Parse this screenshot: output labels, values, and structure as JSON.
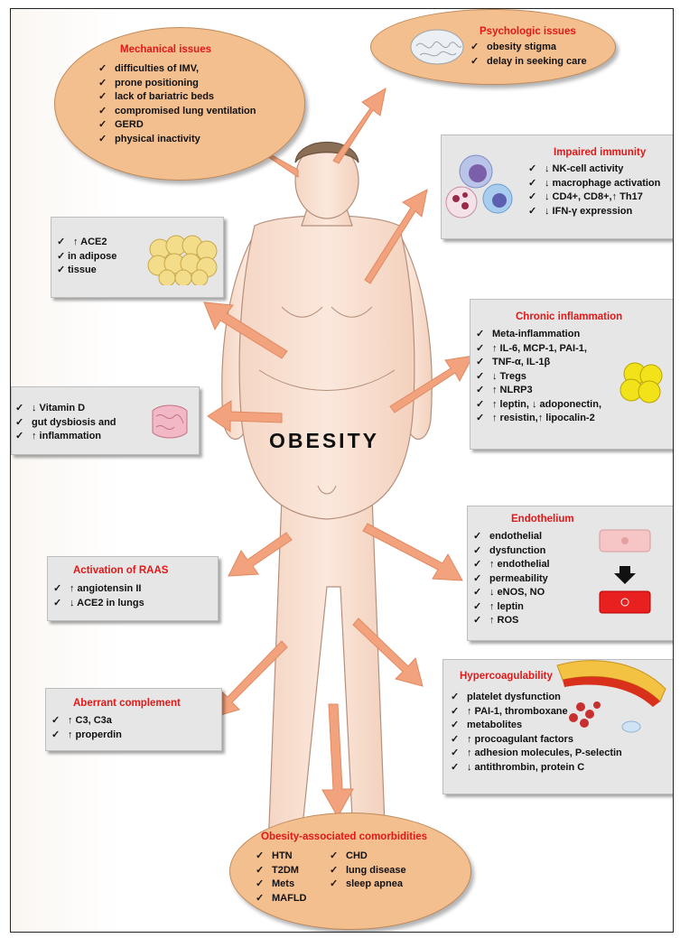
{
  "center_label": "OBESITY",
  "colors": {
    "title_red": "#e01818",
    "oval_fill": "#f4bf8f",
    "arrow": "#f2a27d",
    "box_fill": "#e6e6e6"
  },
  "mechanical": {
    "title": "Mechanical issues",
    "items": [
      "difficulties of IMV,",
      "prone positioning",
      "lack of bariatric beds",
      "compromised lung ventilation",
      "GERD",
      "physical inactivity"
    ]
  },
  "psychologic": {
    "title": "Psychologic issues",
    "items": [
      "obesity stigma",
      "delay in seeking care"
    ],
    "icon": "brain-icon"
  },
  "immunity": {
    "title": "Impaired immunity",
    "items": [
      "↓ NK-cell activity",
      "↓ macrophage activation",
      "↓ CD4+, CD8+,↑ Th17",
      "↓ IFN-γ expression"
    ],
    "icon": "immune-cells-icon"
  },
  "ace2": {
    "items": [
      "↑ ACE2",
      "in adipose",
      "tissue"
    ],
    "icon": "adipose-cells-icon"
  },
  "inflammation": {
    "title": "Chronic inflammation",
    "items": [
      "Meta-inflammation",
      "↑ IL-6, MCP-1, PAI-1,",
      "TNF-α, IL-1β",
      "↓ Tregs",
      "↑ NLRP3",
      "↑ leptin, ↓ adoponectin,",
      "↑ resistin,↑ lipocalin-2"
    ]
  },
  "vitamin": {
    "items": [
      "↓ Vitamin D",
      "gut dysbiosis and",
      "↑ inflammation"
    ],
    "icon": "intestine-icon"
  },
  "endothelium": {
    "title": "Endothelium",
    "items": [
      "endothelial",
      "dysfunction",
      "↑ endothelial",
      "permeability",
      "↓ eNOS, NO",
      "↑ leptin",
      "↑ ROS"
    ]
  },
  "raas": {
    "title": "Activation of RAAS",
    "items": [
      "↑ angiotensin II",
      "↓ ACE2 in lungs"
    ]
  },
  "complement": {
    "title": "Aberrant complement",
    "items": [
      "↑ C3, C3a",
      "↑ properdin"
    ]
  },
  "hypercoag": {
    "title": "Hypercoagulability",
    "items": [
      "platelet dysfunction",
      "↑ PAI-1, thromboxane",
      "metabolites",
      "↑ procoagulant factors",
      "↑ adhesion molecules, P-selectin",
      "↓ antithrombin, protein C"
    ],
    "icon": "blood-vessel-icon"
  },
  "comorbid": {
    "title": "Obesity-associated comorbidities",
    "col1": [
      "HTN",
      "T2DM",
      "Mets",
      "MAFLD"
    ],
    "col2": [
      "CHD",
      "lung disease",
      "sleep apnea"
    ]
  }
}
